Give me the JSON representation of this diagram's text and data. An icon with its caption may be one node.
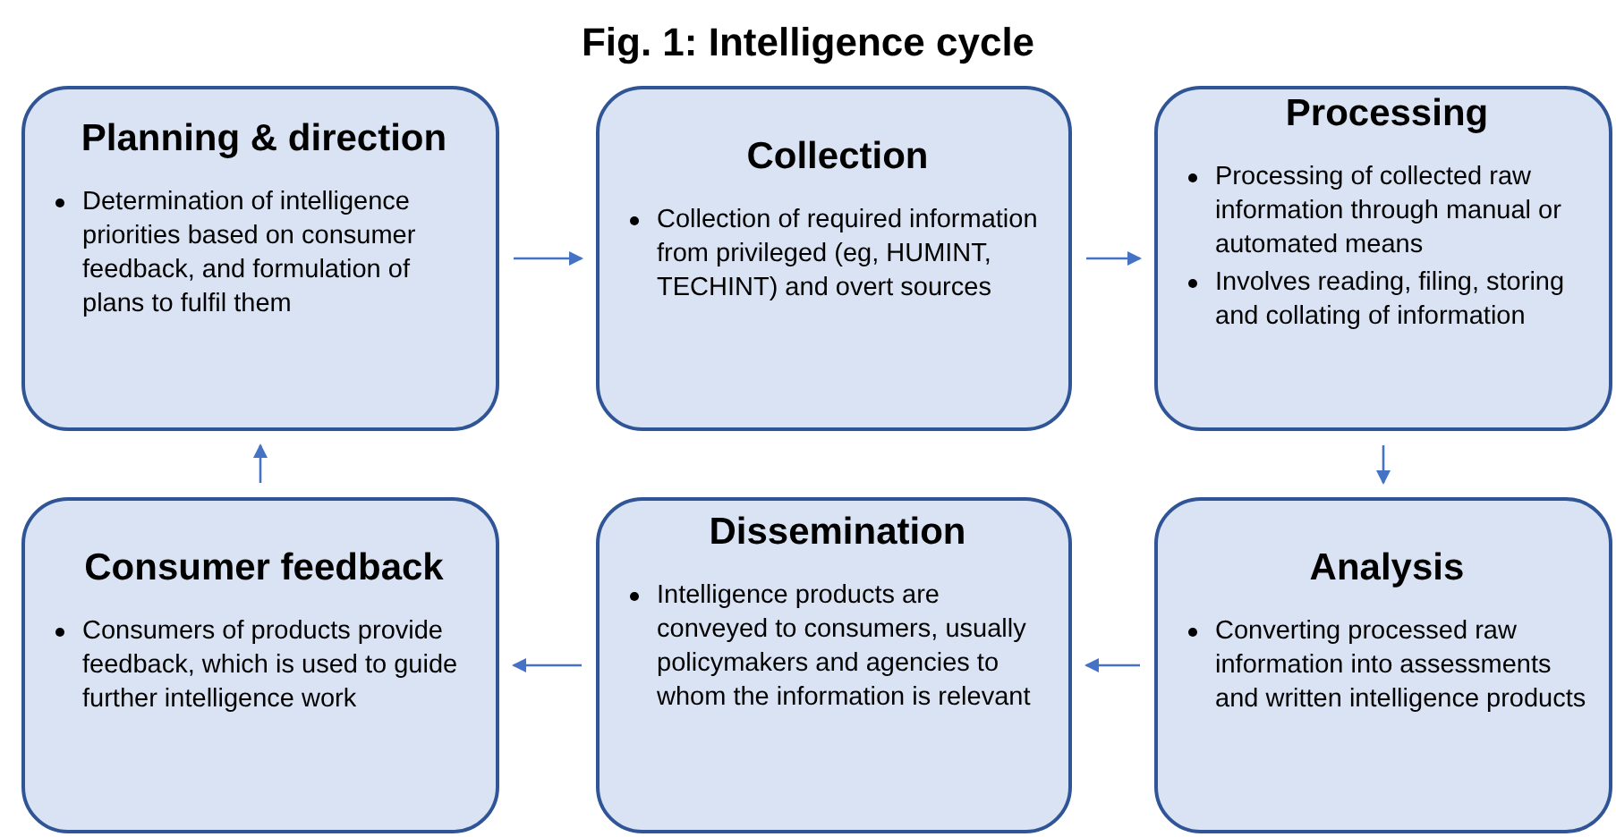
{
  "diagram": {
    "title": "Fig. 1: Intelligence cycle",
    "nodes": [
      {
        "text": [
          "Planning & direction",
          "Determination of intelligence priorities based on consumer feedback, and formulation of plans to fulfil them"
        ]
      },
      {
        "text": [
          "Collection",
          "Collection of required information from privileged (eg, HUMINT, TECHINT) and overt sources"
        ]
      },
      {
        "text": [
          "Processing",
          "Processing of collected raw information through manual or automated means",
          "Involves reading, filing, storing and collating of information"
        ]
      },
      {
        "text": [
          "Consumer feedback",
          "Consumers of products provide feedback, which is used to guide further intelligence work"
        ]
      },
      {
        "text": [
          "Dissemination",
          "Intelligence products are conveyed to consumers, usually policymakers and agencies to whom the information is relevant"
        ]
      },
      {
        "text": [
          "Analysis",
          "Converting processed raw information into assessments and written intelligence products"
        ]
      }
    ],
    "edges": [
      {
        "from": 0,
        "to": 1,
        "arrow": "to"
      },
      {
        "from": 1,
        "to": 2,
        "arrow": "to"
      },
      {
        "from": 2,
        "to": 5,
        "arrow": "to"
      },
      {
        "from": 5,
        "to": 4,
        "arrow": "to"
      },
      {
        "from": 4,
        "to": 3,
        "arrow": "to"
      },
      {
        "from": 3,
        "to": 0,
        "arrow": "to"
      }
    ]
  }
}
